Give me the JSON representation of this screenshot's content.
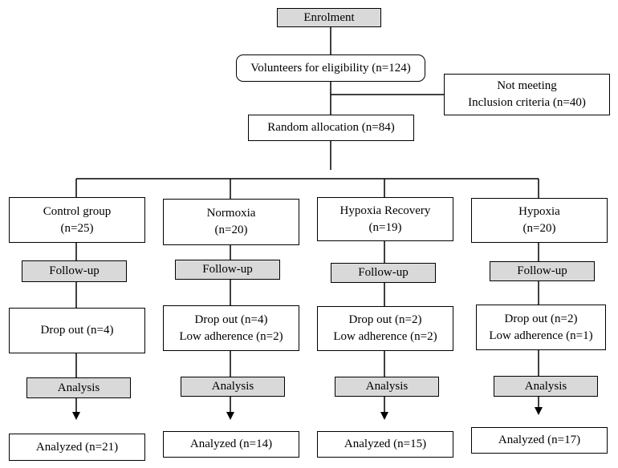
{
  "enrolment": "Enrolment",
  "volunteers": "Volunteers for eligibility (n=124)",
  "not_meeting": "Not meeting\nInclusion criteria (n=40)",
  "random_allocation": "Random allocation  (n=84)",
  "groups": [
    {
      "name": "Control group\n(n=25)",
      "follow_up": "Follow-up",
      "dropout": "Drop out (n=4)",
      "analysis": "Analysis",
      "analyzed": "Analyzed (n=21)"
    },
    {
      "name": "Normoxia\n(n=20)",
      "follow_up": "Follow-up",
      "dropout": "Drop out (n=4)\nLow adherence (n=2)",
      "analysis": "Analysis",
      "analyzed": "Analyzed (n=14)"
    },
    {
      "name": "Hypoxia Recovery\n(n=19)",
      "follow_up": "Follow-up",
      "dropout": "Drop out (n=2)\nLow adherence (n=2)",
      "analysis": "Analysis",
      "analyzed": "Analyzed (n=15)"
    },
    {
      "name": "Hypoxia\n(n=20)",
      "follow_up": "Follow-up",
      "dropout": "Drop out (n=2)\nLow adherence (n=1)",
      "analysis": "Analysis",
      "analyzed": "Analyzed (n=17)"
    }
  ]
}
